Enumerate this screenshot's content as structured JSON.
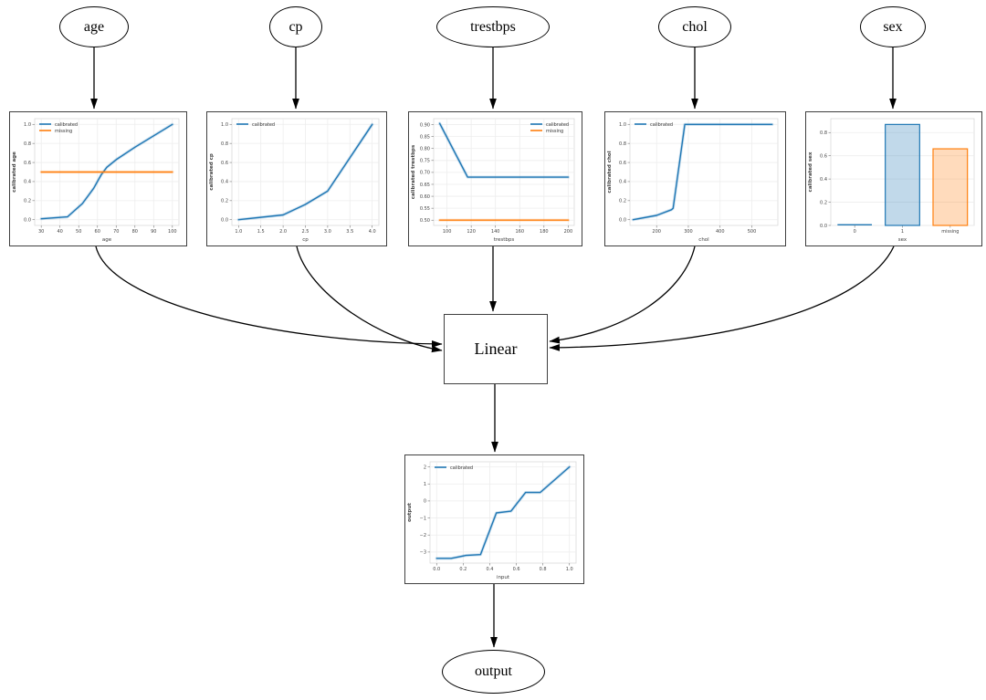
{
  "diagram": {
    "nodes": {
      "age": "age",
      "cp": "cp",
      "trestbps": "trestbps",
      "chol": "chol",
      "sex": "sex",
      "linear": "Linear",
      "output": "output"
    }
  },
  "colors": {
    "calibrated": "#1f77b4",
    "missing": "#ff7f0e",
    "calibrated_fill": "rgba(31,119,180,0.28)",
    "missing_fill": "rgba(255,127,14,0.28)",
    "edge": "#000000"
  },
  "chart_data": [
    {
      "id": "age",
      "type": "line",
      "xlabel": "age",
      "ylabel": "calibrated age",
      "xlim": [
        26.5,
        103.5
      ],
      "ylim": [
        -0.06,
        1.06
      ],
      "xticks": {
        "values": [
          30,
          40,
          50,
          60,
          70,
          80,
          90,
          100
        ],
        "labels": [
          "30",
          "40",
          "50",
          "60",
          "70",
          "80",
          "90",
          "100"
        ]
      },
      "yticks": {
        "values": [
          0.0,
          0.2,
          0.4,
          0.6,
          0.8,
          1.0
        ],
        "labels": [
          "0.0",
          "0.2",
          "0.4",
          "0.6",
          "0.8",
          "1.0"
        ]
      },
      "legend": {
        "position": "top-left",
        "entries": [
          {
            "label": "calibrated",
            "color": "#1f77b4"
          },
          {
            "label": "missing",
            "color": "#ff7f0e"
          }
        ]
      },
      "series": [
        {
          "name": "calibrated",
          "color": "#1f77b4",
          "points": [
            [
              30,
              0.01
            ],
            [
              44,
              0.03
            ],
            [
              52,
              0.17
            ],
            [
              58,
              0.33
            ],
            [
              62,
              0.47
            ],
            [
              65,
              0.55
            ],
            [
              70,
              0.63
            ],
            [
              80,
              0.76
            ],
            [
              90,
              0.88
            ],
            [
              100,
              1.0
            ]
          ]
        },
        {
          "name": "missing",
          "color": "#ff7f0e",
          "points": [
            [
              30,
              0.5
            ],
            [
              100,
              0.5
            ]
          ]
        }
      ]
    },
    {
      "id": "cp",
      "type": "line",
      "xlabel": "cp",
      "ylabel": "calibrated cp",
      "xlim": [
        0.85,
        4.15
      ],
      "ylim": [
        -0.06,
        1.06
      ],
      "xticks": {
        "values": [
          1.0,
          1.5,
          2.0,
          2.5,
          3.0,
          3.5,
          4.0
        ],
        "labels": [
          "1.0",
          "1.5",
          "2.0",
          "2.5",
          "3.0",
          "3.5",
          "4.0"
        ]
      },
      "yticks": {
        "values": [
          0.0,
          0.2,
          0.4,
          0.6,
          0.8,
          1.0
        ],
        "labels": [
          "0.0",
          "0.2",
          "0.4",
          "0.6",
          "0.8",
          "1.0"
        ]
      },
      "legend": {
        "position": "top-left",
        "entries": [
          {
            "label": "calibrated",
            "color": "#1f77b4"
          }
        ]
      },
      "series": [
        {
          "name": "calibrated",
          "color": "#1f77b4",
          "points": [
            [
              1,
              0.0
            ],
            [
              2,
              0.05
            ],
            [
              2.5,
              0.16
            ],
            [
              3,
              0.3
            ],
            [
              4,
              1.0
            ]
          ]
        }
      ]
    },
    {
      "id": "trestbps",
      "type": "line",
      "xlabel": "trestbps",
      "ylabel": "calibrated trestbps",
      "xlim": [
        89,
        205
      ],
      "ylim": [
        0.478,
        0.925
      ],
      "xticks": {
        "values": [
          100,
          120,
          140,
          160,
          180,
          200
        ],
        "labels": [
          "100",
          "120",
          "140",
          "160",
          "180",
          "200"
        ]
      },
      "yticks": {
        "values": [
          0.5,
          0.55,
          0.6,
          0.65,
          0.7,
          0.75,
          0.8,
          0.85,
          0.9
        ],
        "labels": [
          "0.50",
          "0.55",
          "0.60",
          "0.65",
          "0.70",
          "0.75",
          "0.80",
          "0.85",
          "0.90"
        ]
      },
      "legend": {
        "position": "top-right",
        "entries": [
          {
            "label": "calibrated",
            "color": "#1f77b4"
          },
          {
            "label": "missing",
            "color": "#ff7f0e"
          }
        ]
      },
      "series": [
        {
          "name": "calibrated",
          "color": "#1f77b4",
          "points": [
            [
              94,
              0.905
            ],
            [
              117,
              0.68
            ],
            [
              200,
              0.68
            ]
          ]
        },
        {
          "name": "missing",
          "color": "#ff7f0e",
          "points": [
            [
              94,
              0.5
            ],
            [
              200,
              0.5
            ]
          ]
        }
      ]
    },
    {
      "id": "chol",
      "type": "line",
      "xlabel": "chol",
      "ylabel": "calibrated chol",
      "xlim": [
        116,
        582
      ],
      "ylim": [
        -0.06,
        1.06
      ],
      "xticks": {
        "values": [
          200,
          300,
          400,
          500
        ],
        "labels": [
          "200",
          "300",
          "400",
          "500"
        ]
      },
      "yticks": {
        "values": [
          0.0,
          0.2,
          0.4,
          0.6,
          0.8,
          1.0
        ],
        "labels": [
          "0.0",
          "0.2",
          "0.4",
          "0.6",
          "0.8",
          "1.0"
        ]
      },
      "legend": {
        "position": "top-left",
        "entries": [
          {
            "label": "calibrated",
            "color": "#1f77b4"
          }
        ]
      },
      "series": [
        {
          "name": "calibrated",
          "color": "#1f77b4",
          "points": [
            [
              126,
              0.0
            ],
            [
              200,
              0.045
            ],
            [
              247,
              0.105
            ],
            [
              252,
              0.12
            ],
            [
              289,
              1.0
            ],
            [
              564,
              1.0
            ]
          ]
        }
      ]
    },
    {
      "id": "sex",
      "type": "bar",
      "xlabel": "sex",
      "ylabel": "calibrated sex",
      "categories": [
        "0",
        "1",
        "missing"
      ],
      "values": [
        0.007,
        0.87,
        0.66
      ],
      "bar_edge_colors": [
        "#1f77b4",
        "#1f77b4",
        "#ff7f0e"
      ],
      "bar_fill_colors": [
        "rgba(31,119,180,0.28)",
        "rgba(31,119,180,0.28)",
        "rgba(255,127,14,0.28)"
      ],
      "ylim": [
        0,
        0.92
      ],
      "yticks": {
        "values": [
          0.0,
          0.2,
          0.4,
          0.6,
          0.8
        ],
        "labels": [
          "0.0",
          "0.2",
          "0.4",
          "0.6",
          "0.8"
        ]
      },
      "legend": null,
      "series": []
    },
    {
      "id": "output",
      "type": "line",
      "xlabel": "input",
      "ylabel": "output",
      "xlim": [
        -0.05,
        1.05
      ],
      "ylim": [
        -3.65,
        2.3
      ],
      "xticks": {
        "values": [
          0.0,
          0.2,
          0.4,
          0.6,
          0.8,
          1.0
        ],
        "labels": [
          "0.0",
          "0.2",
          "0.4",
          "0.6",
          "0.8",
          "1.0"
        ]
      },
      "yticks": {
        "values": [
          -3,
          -2,
          -1,
          0,
          1,
          2
        ],
        "labels": [
          "−3",
          "−2",
          "−1",
          "0",
          "1",
          "2"
        ]
      },
      "legend": {
        "position": "top-left",
        "entries": [
          {
            "label": "calibrated",
            "color": "#1f77b4"
          }
        ]
      },
      "series": [
        {
          "name": "calibrated",
          "color": "#1f77b4",
          "points": [
            [
              0,
              -3.37
            ],
            [
              0.11,
              -3.37
            ],
            [
              0.22,
              -3.2
            ],
            [
              0.33,
              -3.15
            ],
            [
              0.45,
              -0.7
            ],
            [
              0.56,
              -0.6
            ],
            [
              0.67,
              0.5
            ],
            [
              0.78,
              0.5
            ],
            [
              1.0,
              2.0
            ]
          ]
        }
      ]
    }
  ]
}
